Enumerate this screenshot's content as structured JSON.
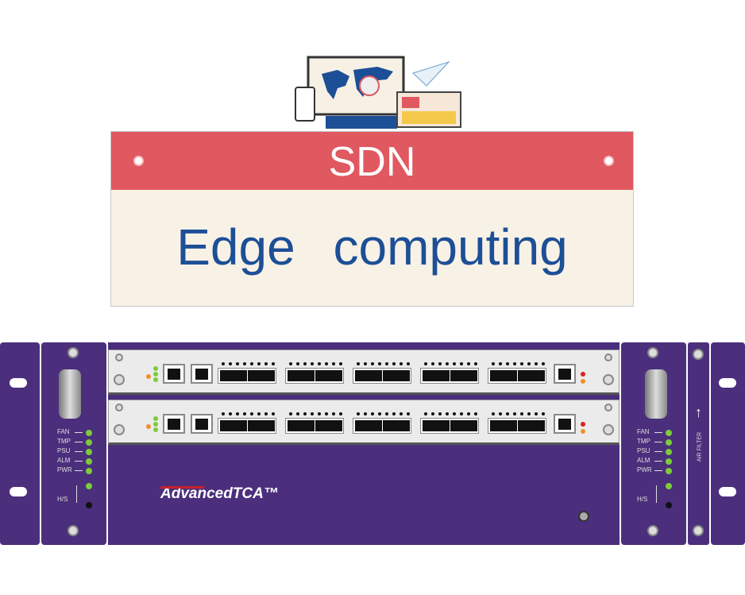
{
  "banner": {
    "title": "SDN",
    "subtitle": "Edge   computing"
  },
  "device": {
    "logo": "AdvancedTCA™",
    "status_labels": [
      "FAN",
      "TMP",
      "PSU",
      "ALM",
      "PWR"
    ],
    "hs_label": "H/S",
    "air_filter_label": "AIR FILTER"
  },
  "colors": {
    "chassis": "#4b2f7c",
    "banner_red": "#e05860",
    "banner_text": "#1c4f96"
  }
}
